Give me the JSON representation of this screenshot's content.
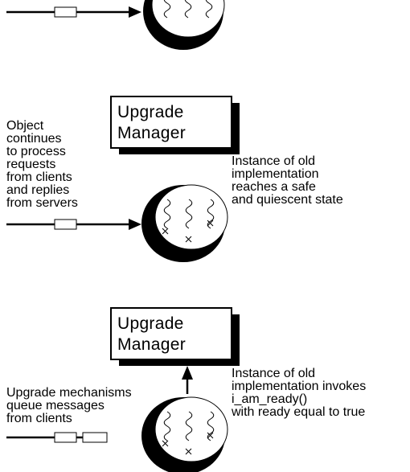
{
  "panel2": {
    "manager": {
      "line1": "Upgrade",
      "line2": "Manager"
    },
    "left_note": "Object\ncontinues\nto process\nrequests\nfrom clients\nand replies\nfrom servers",
    "right_note": "Instance of old\nimplementation\nreaches a safe\nand quiescent state"
  },
  "panel3": {
    "manager": {
      "line1": "Upgrade",
      "line2": "Manager"
    },
    "left_note": "Upgrade mechanisms\nqueue messages\nfrom clients",
    "right_note": "Instance of old\nimplementation invokes\ni_am_ready()\nwith ready equal to true"
  }
}
